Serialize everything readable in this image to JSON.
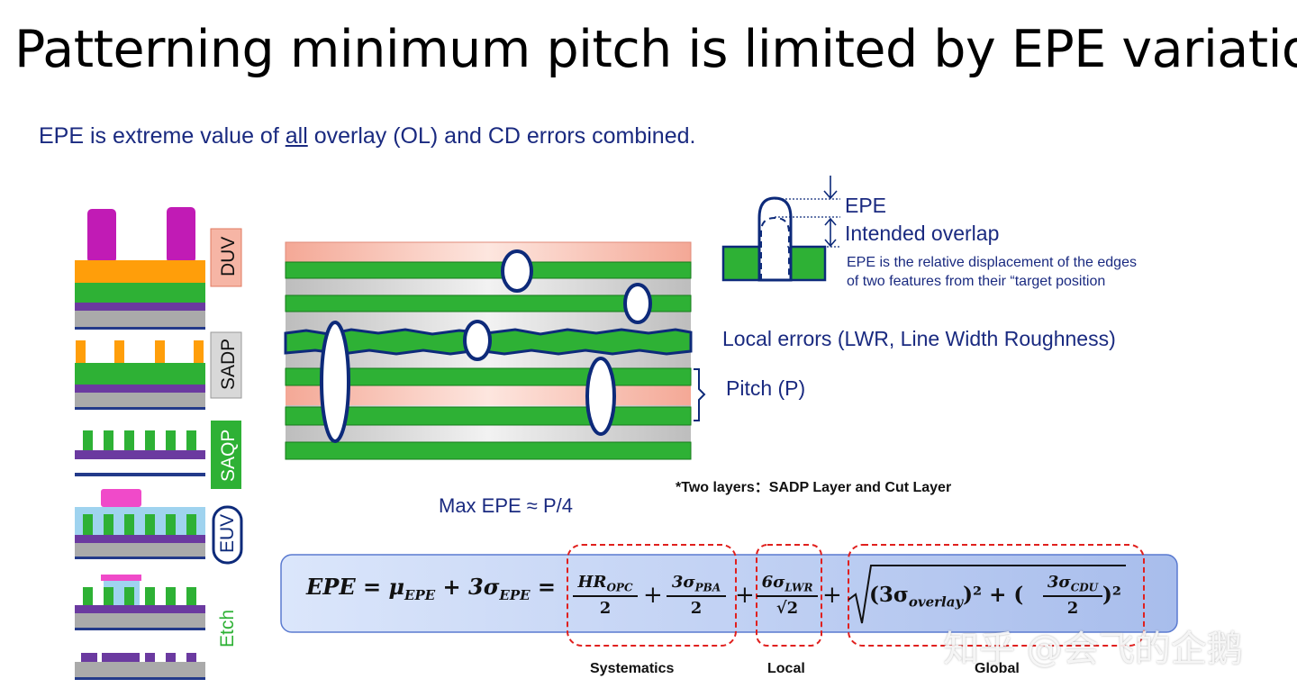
{
  "title": "Patterning minimum pitch is limited by EPE variation",
  "subtitle": {
    "before": "EPE is extreme value of ",
    "underlined": "all",
    "after": " overlay (OL) and CD errors combined."
  },
  "process_labels": [
    "DUV",
    "SADP",
    "SAQP",
    "EUV",
    "Etch"
  ],
  "inset": {
    "epe_label": "EPE",
    "overlap_label": "Intended overlap",
    "description_line1": "EPE is the relative displacement of the edges",
    "description_line2": "of two features from their “target position"
  },
  "local_errors_label": "Local errors (LWR, Line Width Roughness)",
  "pitch_label": "Pitch (P)",
  "max_epe": "Max EPE ≈  P/4",
  "two_layers_note": "*Two layers：SADP Layer and Cut Layer",
  "equation": {
    "lhs": "EPE = μ",
    "lhs_sub": "EPE",
    "term2": " + 3σ",
    "term2_sub": "EPE",
    "eq": " =",
    "f1_num": "HR",
    "f1_sub": "OPC",
    "f1_den": "2",
    "f2_num": "3σ",
    "f2_sub": "PBA",
    "f2_den": "2",
    "f3_num": "6σ",
    "f3_sub": "LWR",
    "f3_den": "√2",
    "sqrt_a": "(3σ",
    "sqrt_a_sub": "overlay",
    "sqrt_a_close": ")² + (",
    "f4_num": "3σ",
    "f4_sub": "CDU",
    "f4_den": "2",
    "sqrt_b_close": ")²",
    "plus": "+"
  },
  "categories": {
    "systematics": "Systematics",
    "local": "Local",
    "global": "Global"
  },
  "watermark": "知乎 @会飞的企鹅",
  "colors": {
    "title": "#000000",
    "blue_text": "#1a2a80",
    "line_green": "#2eb135",
    "outline_navy": "#0d2a7a",
    "resist_magenta": "#c11bb5",
    "hardmask_orange": "#ff9e0a",
    "underlayer_purple": "#6b3aa0",
    "substrate_gray": "#aaaaaa",
    "pink_bg": "#f6b5a5",
    "equation_bg": "#b9cbf0",
    "dashed_red": "#e0201e"
  }
}
